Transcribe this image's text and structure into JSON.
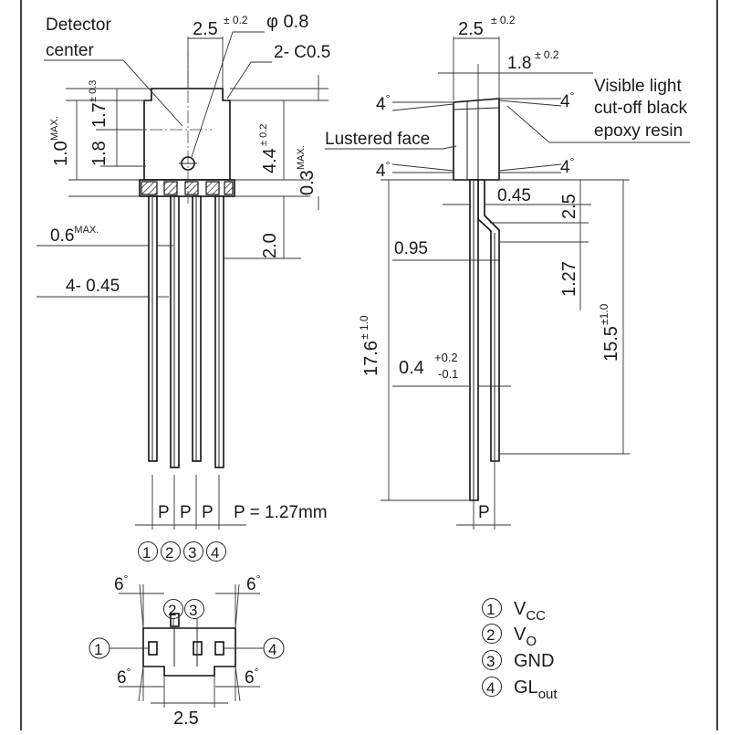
{
  "front_view": {
    "detector_center": [
      "Detector",
      "center"
    ],
    "width": "2.5",
    "width_tol": "± 0.2",
    "lens": "φ 0.8",
    "chamfer": "2- C0.5",
    "dim_1_0": "1.0",
    "dim_1_0_sup": "MAX.",
    "dim_1_8": "1.8",
    "dim_1_7": "1.7",
    "dim_1_7_tol": "± 0.3",
    "dim_4_4": "4.4",
    "dim_4_4_tol": "± 0.2",
    "dim_0_3": "0.3",
    "dim_0_3_sup": "MAX.",
    "dim_0_6": "0.6",
    "dim_0_6_sup": "MAX.",
    "dim_2_0": "2.0",
    "lead_width": "4- 0.45",
    "pitch_labels": [
      "P",
      "P",
      "P"
    ],
    "pitch_value": "P = 1.27mm",
    "pin_numbers": [
      "1",
      "2",
      "3",
      "4"
    ]
  },
  "side_view": {
    "width": "2.5",
    "width_tol": "± 0.2",
    "dim_1_8": "1.8",
    "dim_1_8_tol": "± 0.2",
    "resin_note": [
      "Visible light",
      "cut-off black",
      "epoxy resin"
    ],
    "lustered_face": "Lustered face",
    "angle_tl": "4",
    "angle_tr": "4",
    "angle_bl": "4",
    "angle_br": "4",
    "deg": "°",
    "dim_0_45": "0.45",
    "dim_2_5": "2.5",
    "dim_0_95": "0.95",
    "dim_1_27": "1.27",
    "dim_17_6": "17.6",
    "dim_17_6_tol": "± 1.0",
    "dim_15_5": "15.5",
    "dim_15_5_tol": "±1.0",
    "dim_0_4": "0.4",
    "dim_0_4_tol_plus": "+0.2",
    "dim_0_4_tol_minus": "-0.1",
    "pitch_label": "P"
  },
  "bottom_view": {
    "angle_tl": "6",
    "angle_tr": "6",
    "angle_bl": "6",
    "angle_br": "6",
    "deg": "°",
    "pins_top": [
      "2",
      "3"
    ],
    "pin_left": "1",
    "pin_right": "4",
    "width": "2.5"
  },
  "legend": [
    {
      "num": "1",
      "name": "V",
      "sub": "CC"
    },
    {
      "num": "2",
      "name": "V",
      "sub": "O"
    },
    {
      "num": "3",
      "name": "GND",
      "sub": ""
    },
    {
      "num": "4",
      "name": "GL",
      "sub": "out"
    }
  ]
}
